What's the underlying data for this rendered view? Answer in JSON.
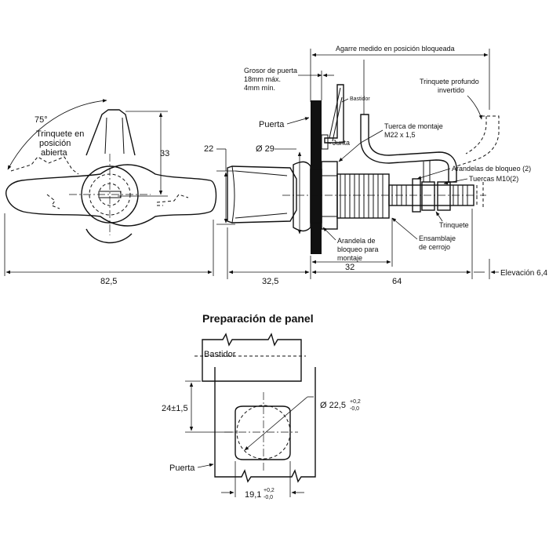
{
  "top_view": {
    "angle": "75°",
    "latch_open_position": [
      "Trinquete en",
      "posición",
      "abierta"
    ],
    "dim_height": "33",
    "dim_width": "82,5"
  },
  "side_view": {
    "grip_label": "Agarre medido en posición bloqueada",
    "door_thickness": [
      "Grosor de puerta",
      "18mm máx.",
      "4mm mín."
    ],
    "frame": "Bastidor",
    "door": "Puerta",
    "gasket": "Junta",
    "mount_nut": [
      "Tuerca de montaje",
      "M22 x 1,5"
    ],
    "deep_latch": [
      "Trinquete profundo",
      "invertido"
    ],
    "lock_washers": "Arandelas de bloqueo (2)",
    "nuts": "Tuercas M10(2)",
    "latch": "Trinquete",
    "bolt_assembly": [
      "Ensamblaje",
      "de cerrojo"
    ],
    "mount_washer": [
      "Arandela de",
      "bloqueo para",
      "montaje"
    ],
    "dim_22": "22",
    "dim_dia29": "Ø 29",
    "dim_32_5": "32,5",
    "dim_32": "32",
    "dim_64": "64",
    "elevation": "Elevación 6,4"
  },
  "panel_prep": {
    "title": "Preparación de panel",
    "frame": "Bastidor",
    "door": "Puerta",
    "dim_vertical": "24±1,5",
    "dia_label": "Ø 22,5",
    "dia_tol_upper": "+0,2",
    "dia_tol_lower": "-0,0",
    "width_label": "19,1",
    "width_tol_upper": "+0,2",
    "width_tol_lower": "-0,0"
  }
}
